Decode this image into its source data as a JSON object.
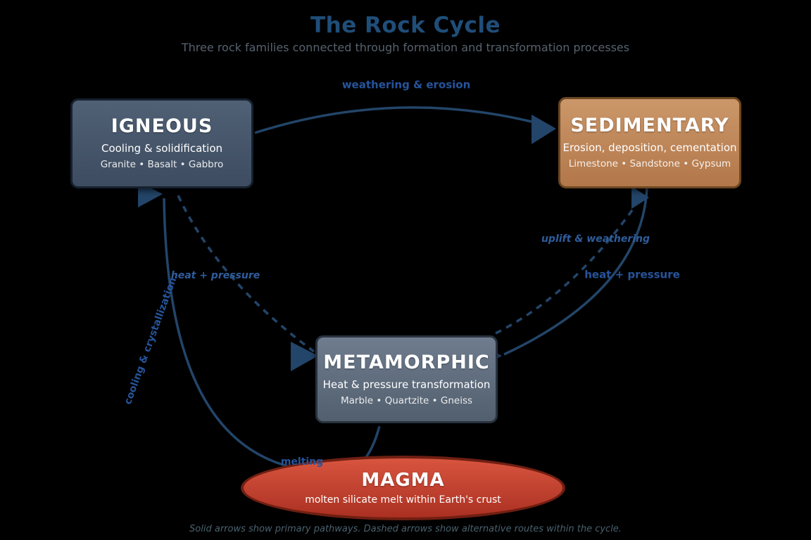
{
  "title": "The Rock Cycle",
  "subtitle": "Three rock families connected through formation and transformation processes",
  "caption": "Solid arrows show primary pathways. Dashed arrows show alternative routes within the cycle.",
  "nodes": {
    "igneous": {
      "name": "IGNEOUS",
      "process": "Cooling & solidification",
      "examples": "Granite • Basalt • Gabbro"
    },
    "sedimentary": {
      "name": "SEDIMENTARY",
      "process": "Erosion, deposition, cementation",
      "examples": "Limestone • Sandstone • Gypsum"
    },
    "metamorphic": {
      "name": "METAMORPHIC",
      "process": "Heat & pressure transformation",
      "examples": "Marble • Quartzite • Gneiss"
    },
    "magma": {
      "name": "MAGMA",
      "process": "molten silicate melt within Earth's crust"
    }
  },
  "edges": {
    "weathering_erosion": {
      "label": "weathering & erosion",
      "style": "solid",
      "from": "igneous",
      "to": "sedimentary"
    },
    "heat_pressure_left": {
      "label": "heat + pressure",
      "style": "dashed",
      "from": "igneous",
      "to": "metamorphic"
    },
    "uplift_weathering": {
      "label": "uplift & weathering",
      "style": "dashed",
      "from": "metamorphic",
      "to": "sedimentary"
    },
    "heat_pressure_right": {
      "label": "heat + pressure",
      "style": "solid",
      "from": "sedimentary",
      "to": "metamorphic"
    },
    "melting": {
      "label": "melting",
      "style": "solid",
      "from": "metamorphic",
      "to": "magma"
    },
    "cooling_crystallization": {
      "label": "cooling & crystallization",
      "style": "solid",
      "from": "magma",
      "to": "igneous"
    }
  },
  "colors": {
    "background": "#000000",
    "title": "#1f4e79",
    "subtitle": "#57626e",
    "caption": "#4a626f",
    "arrow": "#234569",
    "label_bold": "#26549b",
    "label_italic": "#2f5d9d",
    "igneous_fill": "#46556a",
    "sedimentary_fill": "#bd8455",
    "metamorphic_fill": "#5f6d7e",
    "magma_fill": "#c23b2a",
    "node_text": "#ffffff"
  }
}
